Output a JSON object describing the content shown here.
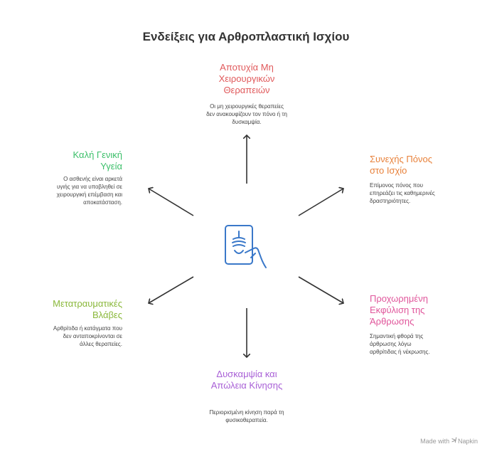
{
  "title": "Ενδείξεις για  Αρθροπλαστική Ισχίου",
  "nodes": {
    "top": {
      "title": "Αποτυχία Μη Χειρουργικών Θεραπειών",
      "desc": "Οι μη χειρουργικές θεραπείες δεν ανακουφίζουν τον πόνο ή τη δυσκαμψία.",
      "color": "#e0595b"
    },
    "top_right": {
      "title": "Συνεχής Πόνος στο Ισχίο",
      "desc": "Επίμονος πόνος που επηρεάζει τις καθημερινές δραστηριότητες.",
      "color": "#e8813a"
    },
    "bottom_right": {
      "title": "Προχωρημένη Εκφύλιση της Άρθρωσης",
      "desc": "Σημαντική φθορά της άρθρωσης λόγω αρθρίτιδας ή νέκρωσης.",
      "color": "#e0569b"
    },
    "bottom": {
      "title": "Δυσκαμψία και Απώλεια Κίνησης",
      "desc": "Περιορισμένη κίνηση παρά τη φυσικοθεραπεία.",
      "color": "#a85fd6"
    },
    "bottom_left": {
      "title": "Μετατραυματικές Βλάβες",
      "desc": "Αρθρίτιδα ή κατάγματα που δεν ανταποκρίνονται σε άλλες θεραπείες.",
      "color": "#8ab83a"
    },
    "top_left": {
      "title": "Καλή Γενική Υγεία",
      "desc": "Ο ασθενής είναι αρκετά υγιής για να υποβληθεί σε χειρουργική επέμβαση και αποκατάσταση.",
      "color": "#3cbf6a"
    }
  },
  "center_icon": "xray-hand-icon",
  "footer": {
    "made_with": "Made with",
    "brand": "Napkin"
  }
}
